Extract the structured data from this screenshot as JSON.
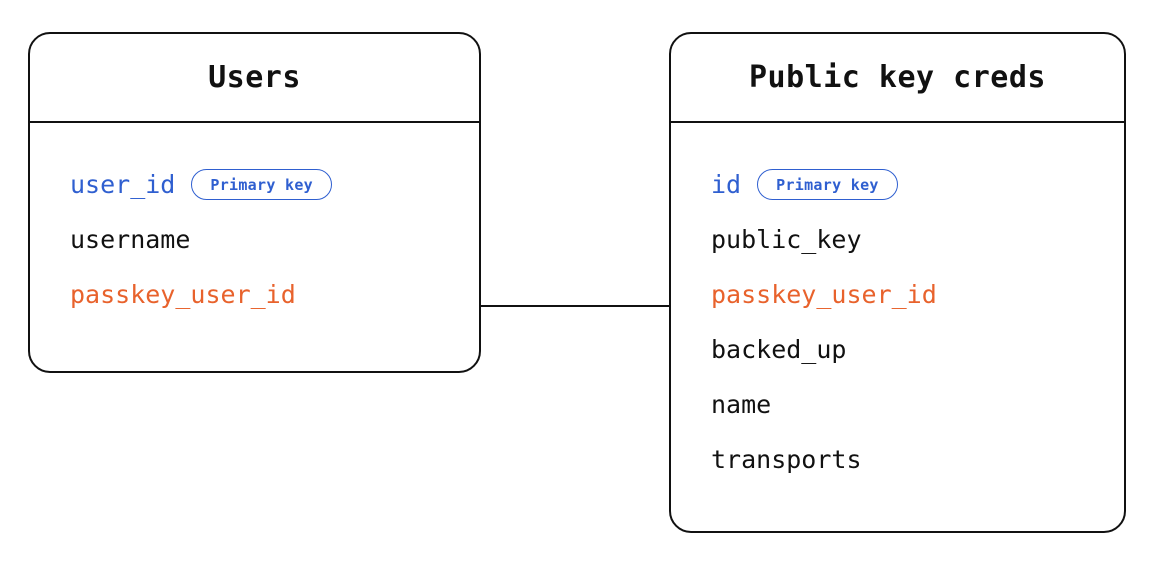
{
  "diagram": {
    "type": "entity-relationship",
    "background": "#ffffff",
    "colors": {
      "stroke": "#111111",
      "primary_key": "#2f5fd0",
      "foreign_key": "#e8622c",
      "plain_field": "#111111"
    },
    "entities": [
      {
        "id": "users",
        "title": "Users",
        "fields": [
          {
            "name": "user_id",
            "role": "pk",
            "badge": "Primary key"
          },
          {
            "name": "username",
            "role": "plain",
            "badge": null
          },
          {
            "name": "passkey_user_id",
            "role": "fk",
            "badge": null
          }
        ]
      },
      {
        "id": "public-key-creds",
        "title": "Public key creds",
        "fields": [
          {
            "name": "id",
            "role": "pk",
            "badge": "Primary key"
          },
          {
            "name": "public_key",
            "role": "plain",
            "badge": null
          },
          {
            "name": "passkey_user_id",
            "role": "fk",
            "badge": null
          },
          {
            "name": "backed_up",
            "role": "plain",
            "badge": null
          },
          {
            "name": "name",
            "role": "plain",
            "badge": null
          },
          {
            "name": "transports",
            "role": "plain",
            "badge": null
          }
        ]
      }
    ],
    "relationships": [
      {
        "from_entity": "users",
        "from_field": "passkey_user_id",
        "to_entity": "public-key-creds",
        "to_field": "passkey_user_id",
        "style": "straight-line"
      }
    ]
  }
}
